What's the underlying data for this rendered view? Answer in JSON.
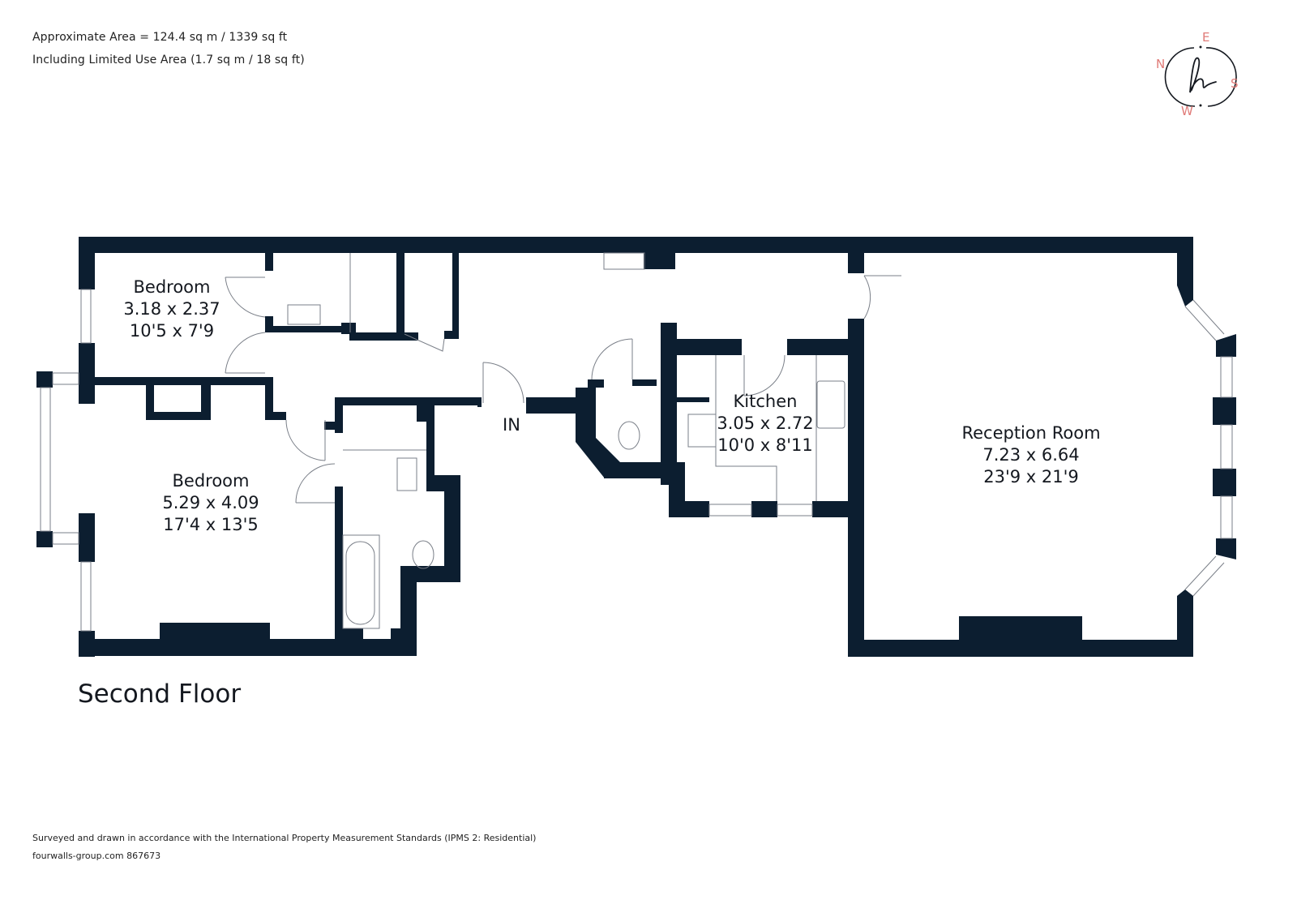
{
  "header": {
    "approx_area": "Approximate Area = 124.4 sq m / 1339 sq ft",
    "limited_use": "Including Limited Use Area (1.7 sq m / 18 sq ft)"
  },
  "compass": {
    "north": "N",
    "east": "E",
    "south": "S",
    "west": "W",
    "logo_glyph": "h",
    "accent_color": "#e07b78",
    "ring_color": "#14181f"
  },
  "floor_plan": {
    "wall_color": "#0c1e30",
    "entrance_label": "IN",
    "rooms": [
      {
        "name": "Bedroom",
        "metric": "3.18 x 2.37",
        "imperial": "10'5 x 7'9"
      },
      {
        "name": "Bedroom",
        "metric": "5.29 x 4.09",
        "imperial": "17'4 x 13'5"
      },
      {
        "name": "Kitchen",
        "metric": "3.05 x 2.72",
        "imperial": "10'0 x 8'11"
      },
      {
        "name": "Reception Room",
        "metric": "7.23 x 6.64",
        "imperial": "23'9 x 21'9"
      }
    ],
    "floor_title": "Second Floor"
  },
  "footer": {
    "standards": "Surveyed and drawn in accordance with the International Property Measurement Standards (IPMS 2: Residential)",
    "reference": "fourwalls-group.com 867673"
  }
}
